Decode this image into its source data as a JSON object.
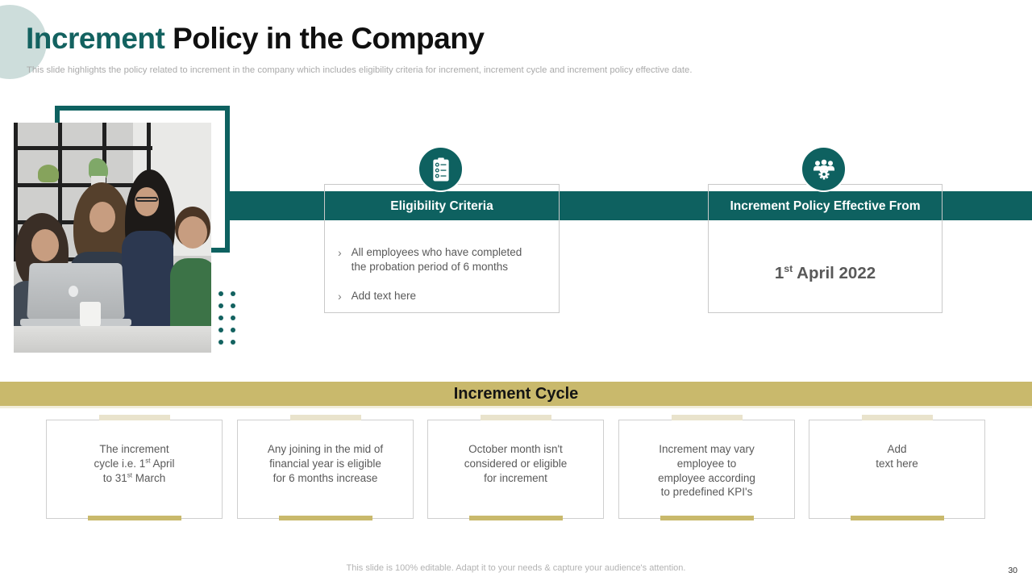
{
  "slide": {
    "title_accent": "Increment",
    "title_rest": " Policy in the Company",
    "subtitle": "This slide highlights the policy related to increment in the company which includes eligibility criteria for increment, increment cycle and increment policy effective date.",
    "footer_note": "This slide is 100% editable. Adapt it to your needs & capture your audience's attention.",
    "page_number": "30"
  },
  "colors": {
    "teal": "#0E6160",
    "gold": "#C9B96C",
    "gold_light": "#E9E3CC",
    "text_gray": "#595959"
  },
  "eligibility": {
    "icon": "checklist-clipboard-icon",
    "title": "Eligibility Criteria",
    "bullet_char": "›",
    "items": [
      "All employees who have completed\nthe probation period of 6 months",
      "Add text here"
    ]
  },
  "effective": {
    "icon": "team-gear-icon",
    "title": "Increment Policy Effective From",
    "date": "1{st} April 2022"
  },
  "cycle": {
    "title": "Increment Cycle",
    "boxes": [
      "The increment\ncycle i.e. 1{st} April\nto 31{st} March",
      "Any joining in the mid of\nfinancial year is eligible\nfor 6 months increase",
      "October month isn't\nconsidered or eligible\nfor increment",
      "Increment may vary\nemployee to\nemployee according\nto predefined KPI's",
      "Add\ntext here"
    ]
  }
}
